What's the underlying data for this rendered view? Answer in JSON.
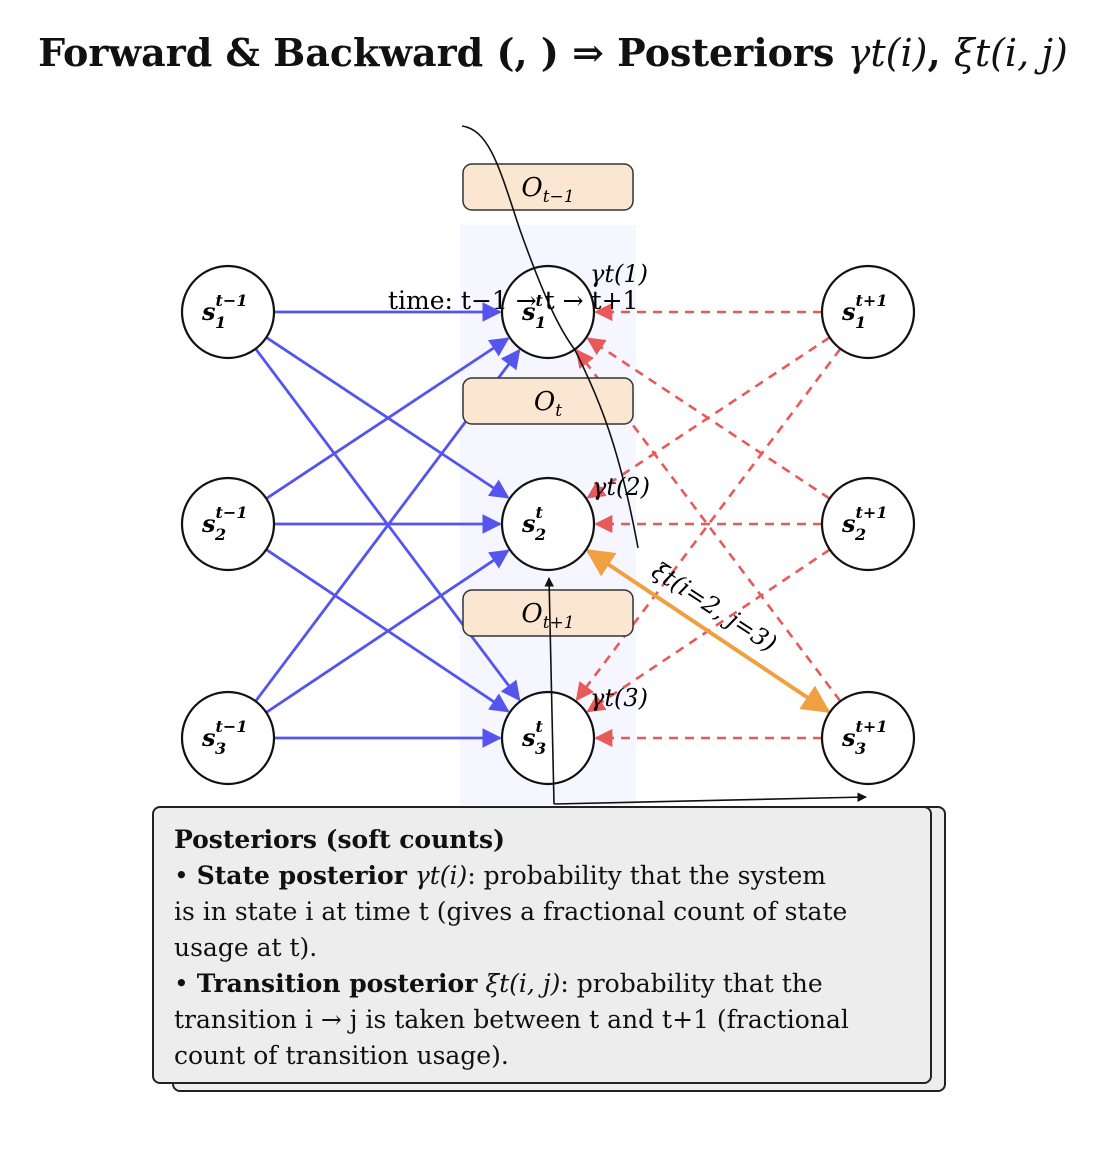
{
  "title": {
    "prefix": "Forward & Backward (, ) ⇒ Posteriors ",
    "gamma": "γt(i)",
    "sep": ", ",
    "xi": "ξt(i, j)"
  },
  "observations": [
    {
      "label": "O",
      "sub": "t−1"
    },
    {
      "label": "O",
      "sub": "t"
    },
    {
      "label": "O",
      "sub": "t+1"
    }
  ],
  "columns": {
    "left": [
      {
        "base": "s",
        "sup": "t−1",
        "sub": "1"
      },
      {
        "base": "s",
        "sup": "t−1",
        "sub": "2"
      },
      {
        "base": "s",
        "sup": "t−1",
        "sub": "3"
      }
    ],
    "middle": [
      {
        "base": "s",
        "sup": "t",
        "sub": "1"
      },
      {
        "base": "s",
        "sup": "t",
        "sub": "2"
      },
      {
        "base": "s",
        "sup": "t",
        "sub": "3"
      }
    ],
    "right": [
      {
        "base": "s",
        "sup": "t+1",
        "sub": "1"
      },
      {
        "base": "s",
        "sup": "t+1",
        "sub": "2"
      },
      {
        "base": "s",
        "sup": "t+1",
        "sub": "3"
      }
    ]
  },
  "time_label": "time: t−1 → t → t+1",
  "gamma_labels": [
    "γt(1)",
    "γt(2)",
    "γt(3)"
  ],
  "xi_label": "ξt(i=2, j=3)",
  "colors": {
    "forward": "#5555ee",
    "backward": "#e85a5a",
    "highlight": "#f0a040",
    "obs_fill": "#fbe6d2",
    "panel_fill": "#ededed"
  },
  "panel": {
    "heading": "Posteriors (soft counts)",
    "state_term": "State posterior",
    "state_sym": "γt(i)",
    "state_text_1": ": probability that the system",
    "state_text_2": "is in state i at time t (gives a fractional count of state",
    "state_text_3": "usage at t).",
    "trans_term": "Transition posterior",
    "trans_sym": "ξt(i, j)",
    "trans_text_1": ": probability that the",
    "trans_text_2": "transition i → j is taken between t and t+1 (fractional",
    "trans_text_3": "count of transition usage)."
  }
}
